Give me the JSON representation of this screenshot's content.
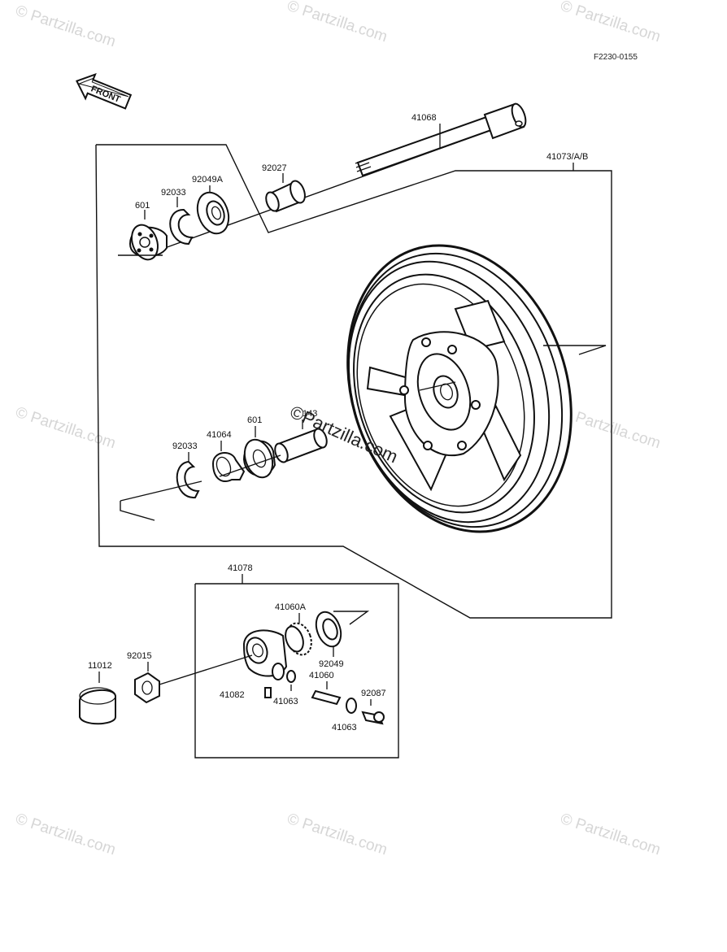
{
  "diagram_code": "F2230-0155",
  "front_arrow_label": "FRONT",
  "watermark_text": "© Partzilla.com",
  "center_watermark_text": "©Partzilla.com",
  "labels": {
    "axle": "41068",
    "wheel": "41073/A/B",
    "collar_top": "92027",
    "bearing_top": "92049A",
    "circlip_top": "92033",
    "bearing601_top": "601",
    "collar_mid": "143",
    "bearing601_mid": "601",
    "retainer": "41064",
    "circlip_mid": "92033",
    "gear_housing": "41078",
    "gear": "41060A",
    "seal": "92049",
    "pinion": "41060",
    "washer_a": "41063",
    "screw": "92087",
    "washer_b": "41063",
    "pin": "41082",
    "nut": "92015",
    "cap": "11012"
  }
}
